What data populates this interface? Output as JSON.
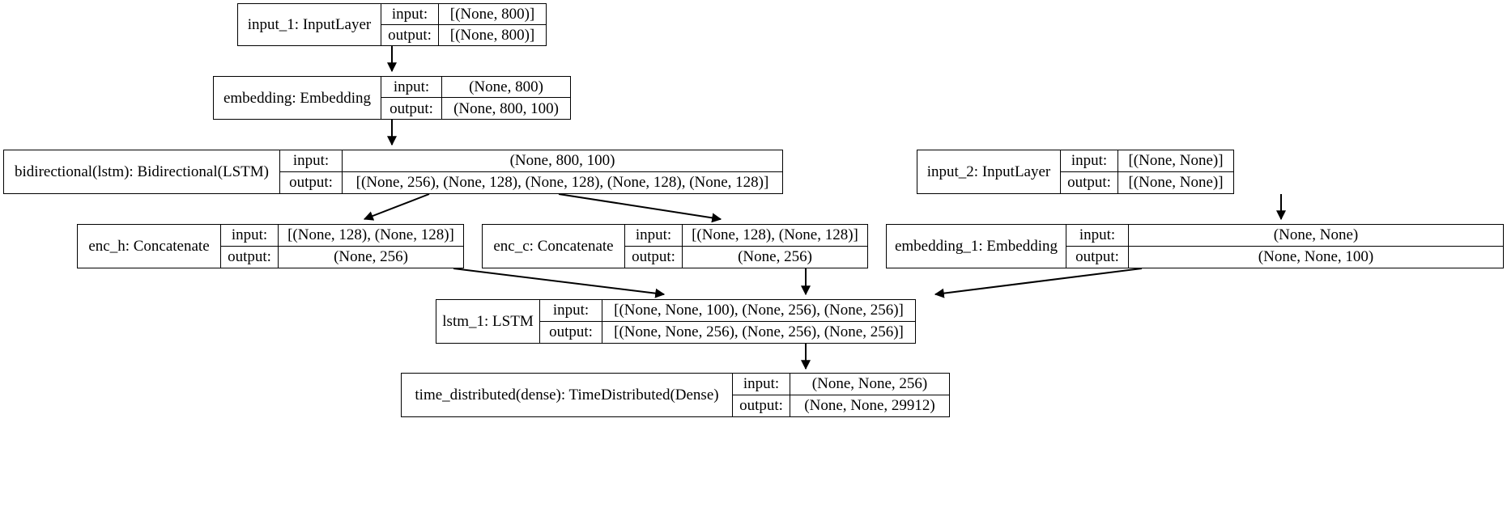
{
  "diagram": {
    "title": "Keras model architecture graph",
    "io_labels": {
      "input": "input:",
      "output": "output:"
    },
    "colors": {
      "stroke": "#000000",
      "background": "#ffffff",
      "text": "#000000"
    },
    "nodes": [
      {
        "id": "input_1",
        "name": "input_1: InputLayer",
        "input": "[(None, 800)]",
        "output": "[(None, 800)]"
      },
      {
        "id": "embedding",
        "name": "embedding: Embedding",
        "input": "(None, 800)",
        "output": "(None, 800, 100)"
      },
      {
        "id": "bidirectional_lstm",
        "name": "bidirectional(lstm): Bidirectional(LSTM)",
        "input": "(None, 800, 100)",
        "output": "[(None, 256), (None, 128), (None, 128), (None, 128), (None, 128)]"
      },
      {
        "id": "input_2",
        "name": "input_2: InputLayer",
        "input": "[(None, None)]",
        "output": "[(None, None)]"
      },
      {
        "id": "enc_h",
        "name": "enc_h: Concatenate",
        "input": "[(None, 128), (None, 128)]",
        "output": "(None, 256)"
      },
      {
        "id": "enc_c",
        "name": "enc_c: Concatenate",
        "input": "[(None, 128), (None, 128)]",
        "output": "(None, 256)"
      },
      {
        "id": "embedding_1",
        "name": "embedding_1: Embedding",
        "input": "(None, None)",
        "output": "(None, None, 100)"
      },
      {
        "id": "lstm_1",
        "name": "lstm_1: LSTM",
        "input": "[(None, None, 100), (None, 256), (None, 256)]",
        "output": "[(None, None, 256), (None, 256), (None, 256)]"
      },
      {
        "id": "time_distributed_dense",
        "name": "time_distributed(dense): TimeDistributed(Dense)",
        "input": "(None, None, 256)",
        "output": "(None, None, 29912)"
      }
    ],
    "edges": [
      {
        "from": "input_1",
        "to": "embedding"
      },
      {
        "from": "embedding",
        "to": "bidirectional_lstm"
      },
      {
        "from": "bidirectional_lstm",
        "to": "enc_h"
      },
      {
        "from": "bidirectional_lstm",
        "to": "enc_c"
      },
      {
        "from": "input_2",
        "to": "embedding_1"
      },
      {
        "from": "enc_h",
        "to": "lstm_1"
      },
      {
        "from": "enc_c",
        "to": "lstm_1"
      },
      {
        "from": "embedding_1",
        "to": "lstm_1"
      },
      {
        "from": "lstm_1",
        "to": "time_distributed_dense"
      }
    ]
  }
}
